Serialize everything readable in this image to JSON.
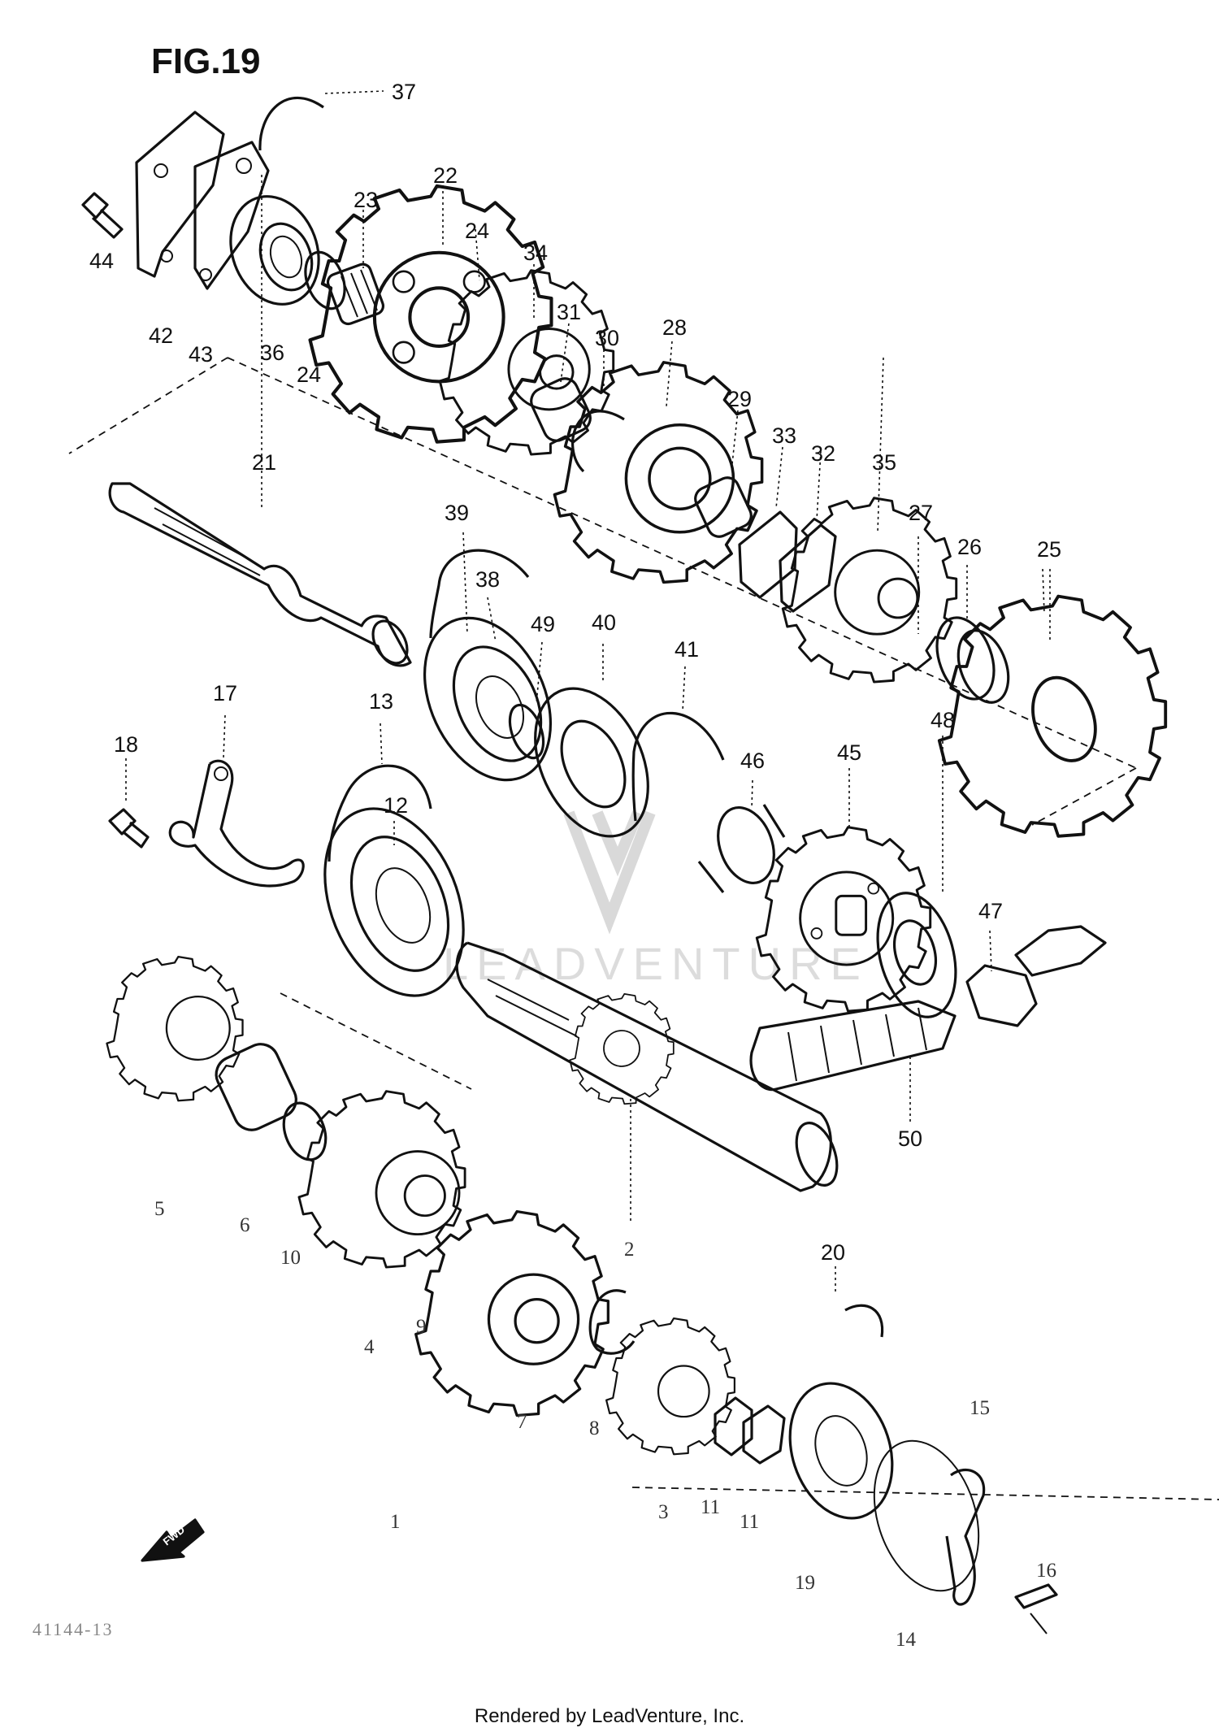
{
  "figure": {
    "title": "FIG.19"
  },
  "callouts": {
    "n37": "37",
    "n22": "22",
    "n23": "23",
    "n24a": "24",
    "n24b": "24",
    "n34": "34",
    "n31": "31",
    "n30": "30",
    "n28": "28",
    "n44": "44",
    "n42": "42",
    "n43": "43",
    "n36": "36",
    "n21": "21",
    "n29": "29",
    "n33": "33",
    "n32": "32",
    "n35": "35",
    "n27": "27",
    "n26": "26",
    "n25": "25",
    "n39": "39",
    "n38": "38",
    "n49": "49",
    "n40": "40",
    "n41": "41",
    "n17": "17",
    "n13": "13",
    "n18": "18",
    "n12": "12",
    "n46": "46",
    "n45": "45",
    "n48": "48",
    "n47": "47",
    "n50": "50",
    "n5": "5",
    "n6": "6",
    "n10": "10",
    "n4": "4",
    "n9": "9",
    "n2": "2",
    "n20": "20",
    "n7": "7",
    "n8": "8",
    "n15": "15",
    "n3": "3",
    "n11a": "11",
    "n11b": "11",
    "n1": "1",
    "n19": "19",
    "n16": "16",
    "n14": "14"
  },
  "fwd_label": "FWD",
  "watermark": {
    "text": "LEADVENTURE"
  },
  "corner_code": "41144-13",
  "footer": {
    "text": "Rendered by LeadVenture, Inc."
  }
}
